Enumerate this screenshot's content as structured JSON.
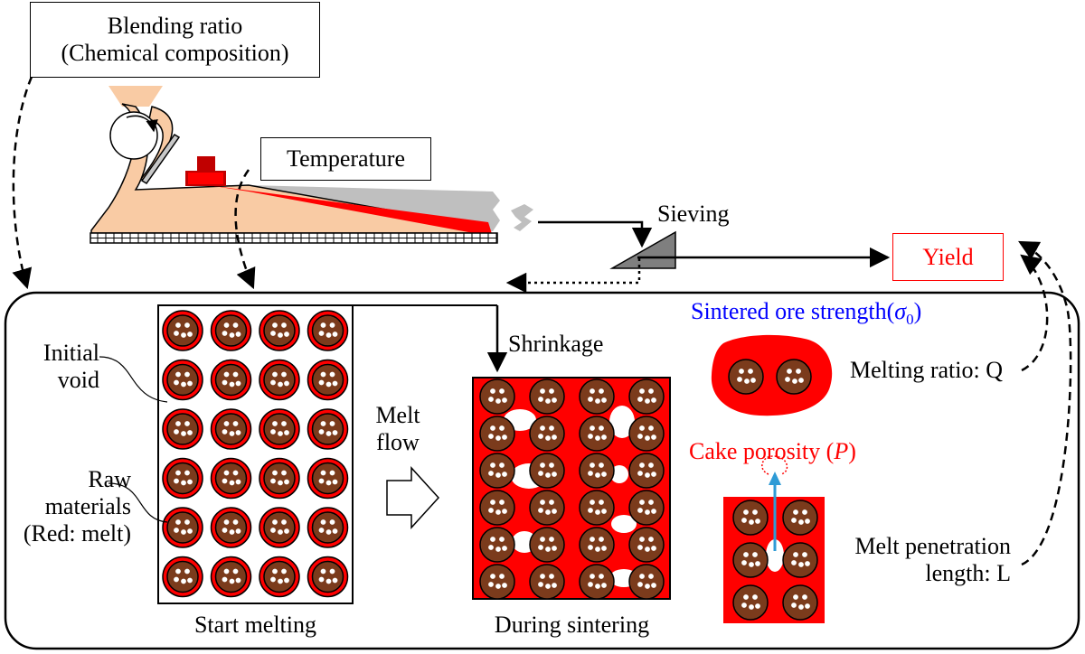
{
  "labels": {
    "blending_line1": "Blending ratio",
    "blending_line2": "(Chemical composition)",
    "temperature": "Temperature",
    "sieving": "Sieving",
    "yield": "Yield",
    "sintered_strength": "Sintered ore strength(",
    "sintered_strength_symbol": "σ",
    "sintered_strength_sub": "0",
    "sintered_strength_close": ")",
    "shrinkage": "Shrinkage",
    "melting_ratio": "Melting ratio: Q",
    "initial_void_line1": "Initial",
    "initial_void_line2": "void",
    "melt_flow_line1": "Melt",
    "melt_flow_line2": "flow",
    "cake_porosity": "Cake porosity (",
    "cake_porosity_symbol": "P",
    "cake_porosity_close": ")",
    "raw_line1": "Raw",
    "raw_line2": "materials",
    "raw_line3": "(Red: melt)",
    "penetration_line1": "Melt penetration",
    "penetration_line2": "length: L",
    "start_melting": "Start melting",
    "during_sintering": "During sintering"
  },
  "colors": {
    "melt_red": "#ff0000",
    "particle_brown": "#7b3b1c",
    "bed_peach": "#f9cba4",
    "gray": "#bfbfbf",
    "strength_blue": "#0000ff",
    "arrow_cyan": "#2e9bd6"
  }
}
